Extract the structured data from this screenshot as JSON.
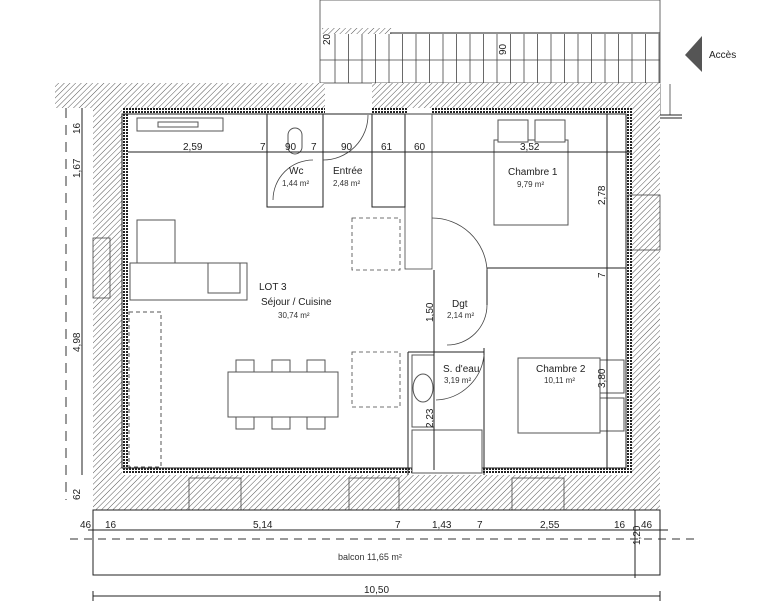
{
  "plan": {
    "lot_label": "LOT 3",
    "access_label": "Accès",
    "rooms": [
      {
        "name": "Séjour / Cuisine",
        "area": "30,74 m²"
      },
      {
        "name": "Wc",
        "area": "1,44 m²"
      },
      {
        "name": "Entrée",
        "area": "2,48 m²"
      },
      {
        "name": "Chambre 1",
        "area": "9,79 m²"
      },
      {
        "name": "Dgt",
        "area": "2,14 m²"
      },
      {
        "name": "S. d'eau",
        "area": "3,19 m²"
      },
      {
        "name": "Chambre 2",
        "area": "10,11 m²"
      },
      {
        "name": "balcon",
        "area": "11,65 m²"
      }
    ],
    "balcony_label": "balcon 11,65 m²",
    "dimensions": {
      "top": [
        "2,59",
        "7",
        "90",
        "7",
        "90",
        "61",
        "60",
        "3,52"
      ],
      "left": [
        "16",
        "1,67",
        "4,98",
        "62"
      ],
      "right": [
        "2,78",
        "7",
        "3,80",
        "1,20"
      ],
      "interior": [
        "1,50",
        "2,23",
        "20",
        "90"
      ],
      "bottom": [
        "46",
        "16",
        "5,14",
        "7",
        "1,43",
        "7",
        "2,55",
        "16",
        "46"
      ],
      "overall": "10,50"
    }
  }
}
